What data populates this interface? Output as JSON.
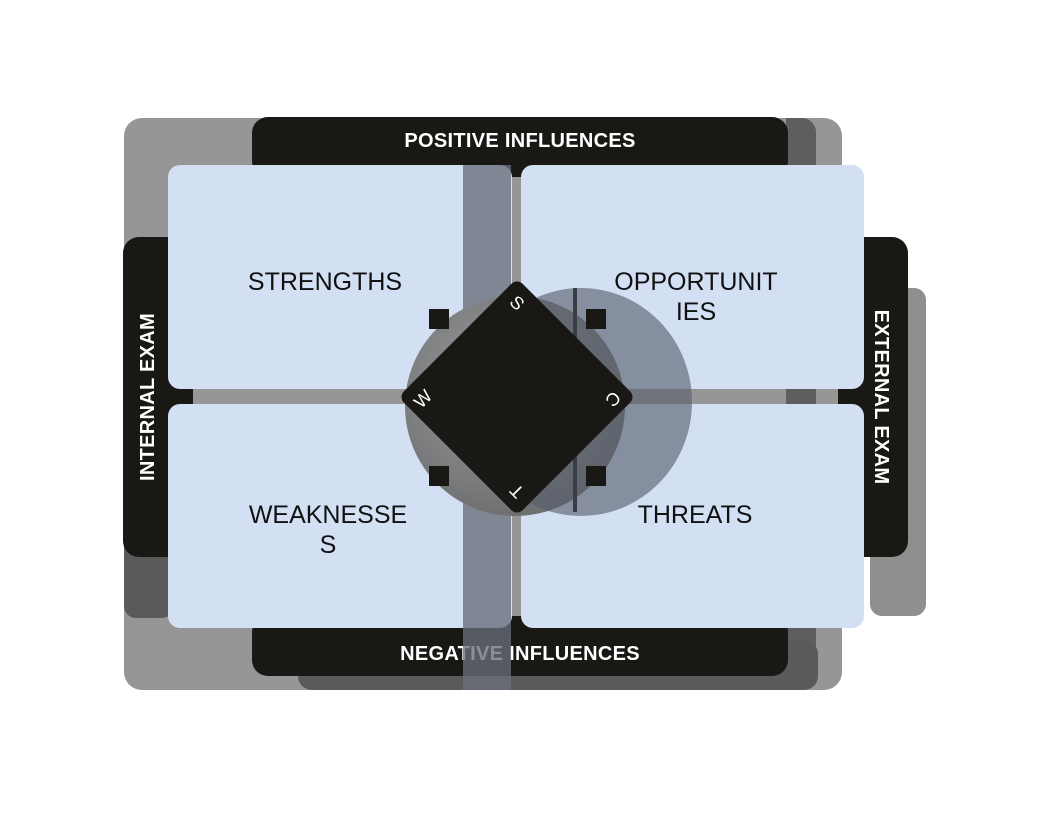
{
  "influences": {
    "top": "POSITIVE INFLUENCES",
    "bottom": "NEGATIVE INFLUENCES",
    "left": "INTERNAL EXAM",
    "right": "EXTERNAL EXAM"
  },
  "quadrants": {
    "top_left": [
      "STRENGTHS"
    ],
    "top_right": [
      "OPPORTUNIT",
      "IES"
    ],
    "bottom_left": [
      "WEAKNESSE",
      "S"
    ],
    "bottom_right": [
      "THREATS"
    ]
  },
  "diamond": {
    "top": "S",
    "right": "C",
    "bottom": "T",
    "left": "W"
  },
  "colors": {
    "bar": "#1a1815",
    "quadrant": "#d3e0f4",
    "text_light": "#ffffff",
    "text_dark": "#111111"
  }
}
